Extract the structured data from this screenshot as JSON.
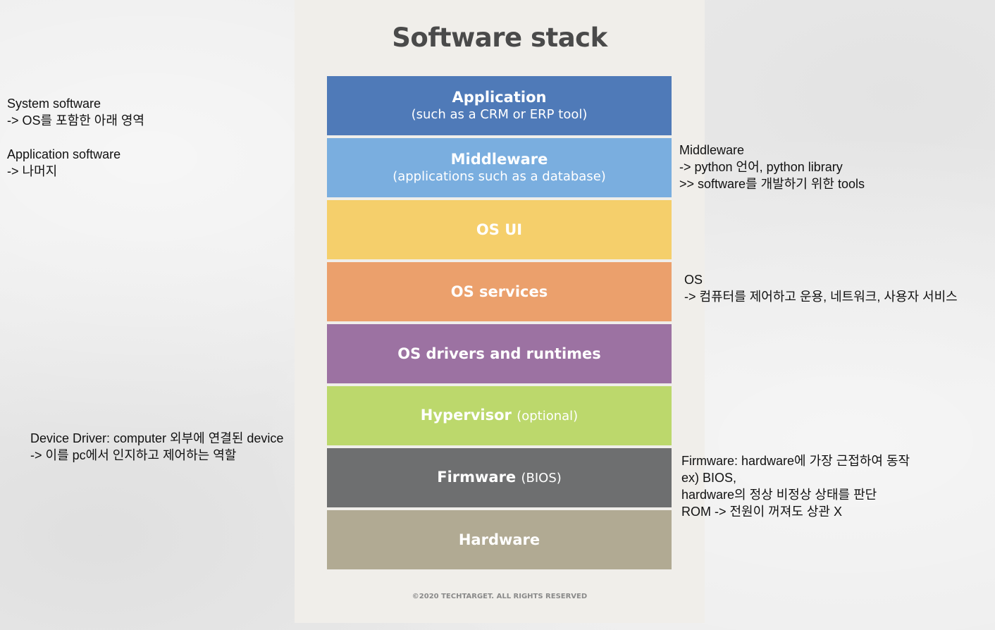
{
  "diagram": {
    "title": "Software stack",
    "copyright": "©2020 TECHTARGET. ALL RIGHTS RESERVED",
    "layers": [
      {
        "name": "Application",
        "sub": "(such as a CRM or ERP tool)",
        "color": "#4f7ab8"
      },
      {
        "name": "Middleware",
        "sub": "(applications such as a database)",
        "color": "#7aaedf"
      },
      {
        "name": "OS UI",
        "color": "#f5cf6b"
      },
      {
        "name": "OS services",
        "color": "#eba06c"
      },
      {
        "name": "OS drivers and runtimes",
        "color": "#9c72a2"
      },
      {
        "name": "Hypervisor",
        "inline": "(optional)",
        "color": "#bcd86c"
      },
      {
        "name": "Firmware",
        "inline": "(BIOS)",
        "color": "#6e6f70"
      },
      {
        "name": "Hardware",
        "color": "#b1aa93"
      }
    ]
  },
  "notes": {
    "system": {
      "line1": "System software",
      "line2": "-> OS를 포함한 아래 영역",
      "line3": "Application software",
      "line4": "-> 나머지"
    },
    "device_driver": {
      "line1": "Device Driver: computer 외부에 연결된 device",
      "line2": "-> 이를 pc에서 인지하고 제어하는 역할"
    },
    "middleware": {
      "line1": "Middleware",
      "line2": "-> python 언어, python library",
      "line3": ">> software를 개발하기 위한 tools"
    },
    "os": {
      "line1": "OS",
      "line2": "-> 컴퓨터를 제어하고 운용, 네트워크, 사용자 서비스"
    },
    "firmware": {
      "line1": "Firmware: hardware에 가장 근접하여 동작",
      "line2": "ex) BIOS,",
      "line3": "hardware의 정상 비정상 상태를 판단",
      "line4": "ROM -> 전원이 꺼져도 상관 X"
    }
  }
}
